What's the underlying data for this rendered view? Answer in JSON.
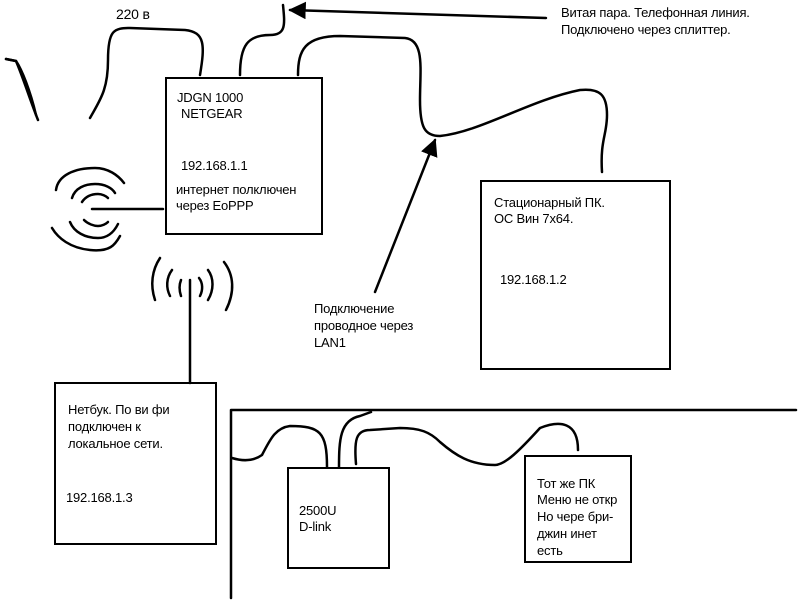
{
  "labels": {
    "power": "220 в",
    "twisted_pair_line1": "Витая пара. Телефонная линия.",
    "twisted_pair_line2": "Подключено через сплиттер.",
    "wired_conn_line1": "Подключение",
    "wired_conn_line2": "проводное через",
    "wired_conn_line3": "LAN1"
  },
  "devices": {
    "netgear": {
      "model": "JDGN 1000",
      "brand": "NETGEAR",
      "ip": "192.168.1.1",
      "note_line1": "интернет полключен",
      "note_line2": "через EoPPP"
    },
    "desktop": {
      "title_line1": "Стационарный ПК.",
      "title_line2": "ОС Вин 7х64.",
      "ip": "192.168.1.2"
    },
    "netbook": {
      "title_line1": "Нетбук. По ви фи",
      "title_line2": "подключен к",
      "title_line3": "локальное сети.",
      "ip": "192.168.1.3"
    },
    "dlink": {
      "model": "2500U",
      "brand": "D-link"
    },
    "same_pc": {
      "line1": "Тот же ПК",
      "line2": "Меню не откр",
      "line3": "Но чере бри-",
      "line4": "джин инет",
      "line5": "есть"
    }
  },
  "icons": [
    "wifi-signal-icon",
    "antenna-icon"
  ]
}
